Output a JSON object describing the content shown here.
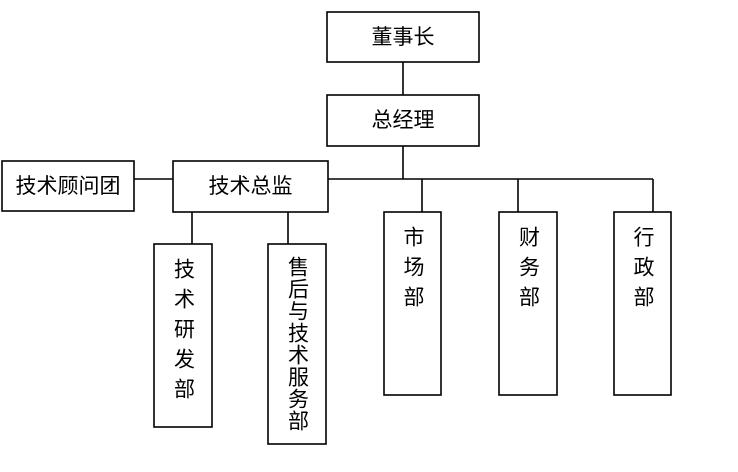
{
  "diagram": {
    "nodes": {
      "chairman": "董事长",
      "general_manager": "总经理",
      "technical_director": "技术总监",
      "technical_advisory_group": "技术顾问团",
      "rd_department": "技术研发部",
      "sales_tech_service_department": "售后与技术服务部",
      "marketing_department": "市场部",
      "finance_department": "财务部",
      "administration_department": "行政部"
    },
    "edges": [
      [
        "chairman",
        "general_manager"
      ],
      [
        "general_manager",
        "technical_director"
      ],
      [
        "general_manager",
        "marketing_department"
      ],
      [
        "general_manager",
        "finance_department"
      ],
      [
        "general_manager",
        "administration_department"
      ],
      [
        "technical_director",
        "technical_advisory_group"
      ],
      [
        "technical_director",
        "rd_department"
      ],
      [
        "technical_director",
        "sales_tech_service_department"
      ]
    ]
  },
  "colors": {
    "line": "#000000",
    "box_fill": "#ffffff",
    "text": "#000000"
  }
}
